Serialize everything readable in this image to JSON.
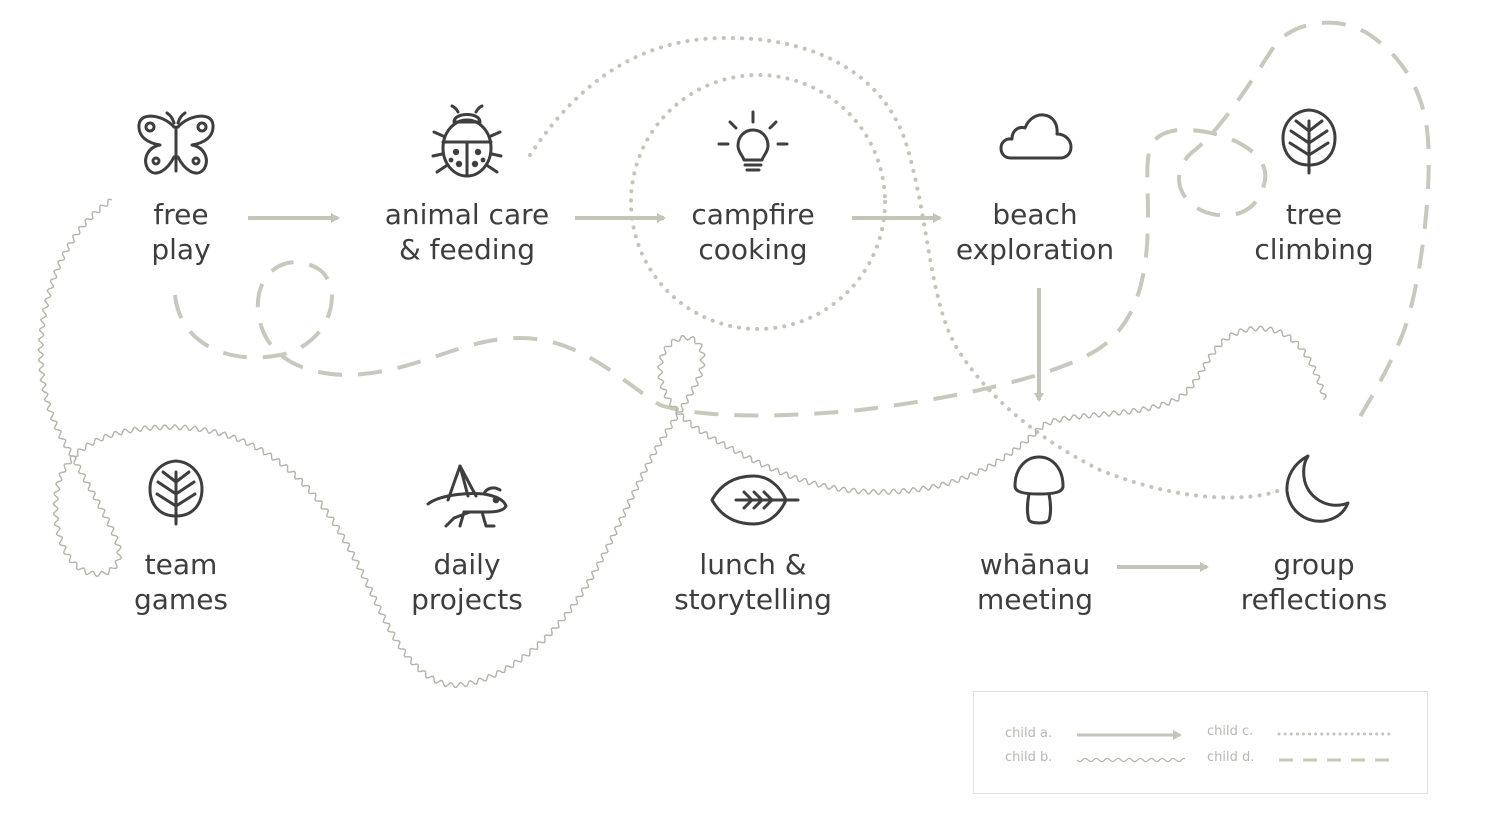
{
  "colors": {
    "text": "#3e3e3e",
    "icon": "#3e3e3e",
    "path": "#c8c8bc",
    "path_light": "#b4b4a8",
    "legend_text": "#b8b8ae",
    "legend_border": "#e0e0dc"
  },
  "activities": [
    {
      "id": "free-play",
      "icon": "butterfly-icon",
      "lines": [
        "free",
        "play"
      ]
    },
    {
      "id": "animal-care",
      "icon": "ladybug-icon",
      "lines": [
        "animal care",
        "& feeding"
      ]
    },
    {
      "id": "campfire-cooking",
      "icon": "lightbulb-icon",
      "lines": [
        "campfire",
        "cooking"
      ]
    },
    {
      "id": "beach-exploration",
      "icon": "cloud-icon",
      "lines": [
        "beach",
        "exploration"
      ]
    },
    {
      "id": "tree-climbing",
      "icon": "leaf-tree-icon",
      "lines": [
        "tree",
        "climbing"
      ]
    },
    {
      "id": "team-games",
      "icon": "leaf-tree-icon",
      "lines": [
        "team",
        "games"
      ]
    },
    {
      "id": "daily-projects",
      "icon": "grasshopper-icon",
      "lines": [
        "daily",
        "projects"
      ]
    },
    {
      "id": "lunch-storytelling",
      "icon": "leaf-icon",
      "lines": [
        "lunch &",
        "storytelling"
      ]
    },
    {
      "id": "whanau-meeting",
      "icon": "mushroom-icon",
      "lines": [
        "whānau",
        "meeting"
      ]
    },
    {
      "id": "group-reflections",
      "icon": "moon-icon",
      "lines": [
        "group",
        "reflections"
      ]
    }
  ],
  "legend": {
    "items": [
      {
        "label": "child a.",
        "style": "solid-arrow"
      },
      {
        "label": "child b.",
        "style": "wavy"
      },
      {
        "label": "child c.",
        "style": "dotted"
      },
      {
        "label": "child d.",
        "style": "dashed"
      }
    ]
  }
}
